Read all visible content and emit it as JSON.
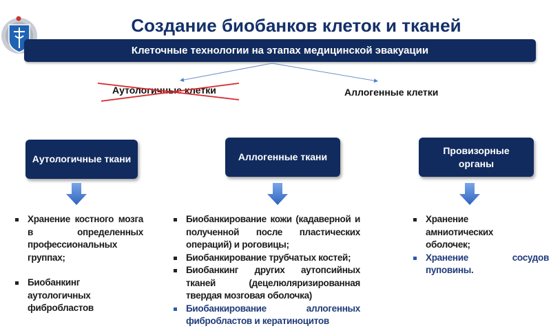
{
  "header": {
    "title": "Создание биобанков клеток и тканей",
    "banner": "Клеточные технологии на этапах медицинской эвакуации"
  },
  "cells": {
    "autologous": "Аутологичные клетки",
    "allogeneic": "Аллогенные клетки"
  },
  "columns": [
    {
      "box": "Аутологичные ткани",
      "items": [
        {
          "text": "Хранение костного мозга в определенных профессиональных группах;",
          "highlight": false
        },
        {
          "text": "Биобанкинг аутологичных фибробластов",
          "highlight": false
        }
      ]
    },
    {
      "box": "Аллогенные ткани",
      "items": [
        {
          "text": "Биобанкирование кожи (кадаверной и полученной после пластических операций) и роговицы;",
          "highlight": false
        },
        {
          "text": "Биобанкирование трубчатых костей;",
          "highlight": false
        },
        {
          "text": "Биобанкинг других аутопсийных тканей (децелюляризированная твердая мозговая оболочка)",
          "highlight": false
        },
        {
          "text": "Биобанкирование аллогенных фибробластов и кератиноцитов",
          "highlight": true
        }
      ]
    },
    {
      "box": "Провизорные органы",
      "items": [
        {
          "text": "Хранение амниотических оболочек;",
          "highlight": false
        },
        {
          "text": "Хранение сосудов пуповины.",
          "highlight": true
        }
      ]
    }
  ],
  "colors": {
    "navy": "#112b5e",
    "title": "#14306a",
    "cross": "#d9262b",
    "arrow": "#4a7fd0"
  }
}
